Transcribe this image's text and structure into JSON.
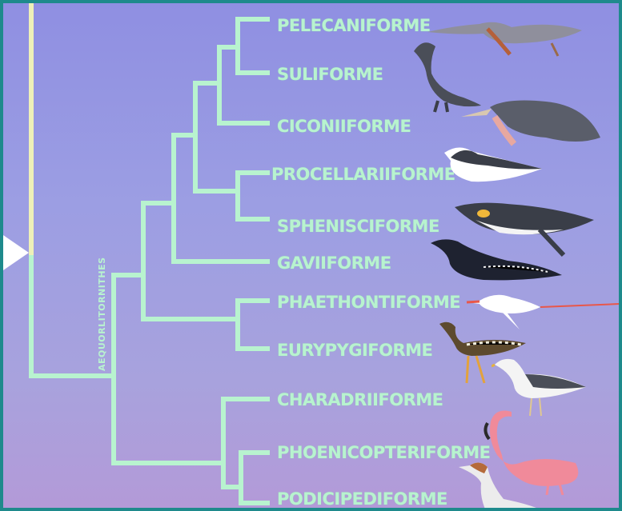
{
  "clade": "AEQUORLITORNITHES",
  "orders": [
    {
      "label": "PELECANIFORME",
      "icon": "pelican-heron-icon"
    },
    {
      "label": "SULIFORME",
      "icon": "cormorant-icon"
    },
    {
      "label": "CICONIIFORME",
      "icon": "marabou-stork-icon"
    },
    {
      "label": "PROCELLARIIFORME",
      "icon": "shearwater-icon"
    },
    {
      "label": "SPHENISCIFORME",
      "icon": "penguin-icon"
    },
    {
      "label": "GAVIIFORME",
      "icon": "loon-icon"
    },
    {
      "label": "PHAETHONTIFORME",
      "icon": "tropicbird-icon"
    },
    {
      "label": "EURYPYGIFORME",
      "icon": "sunbittern-icon"
    },
    {
      "label": "CHARADRIIFORME",
      "icon": "gull-icon"
    },
    {
      "label": "PHOENICOPTERIFORME",
      "icon": "flamingo-icon"
    },
    {
      "label": "PODICIPEDIFORME",
      "icon": "grebe-icon"
    }
  ],
  "colors": {
    "branch": "#b8f3cf",
    "stem": "#eef0b8",
    "border": "#1e8a8c"
  }
}
